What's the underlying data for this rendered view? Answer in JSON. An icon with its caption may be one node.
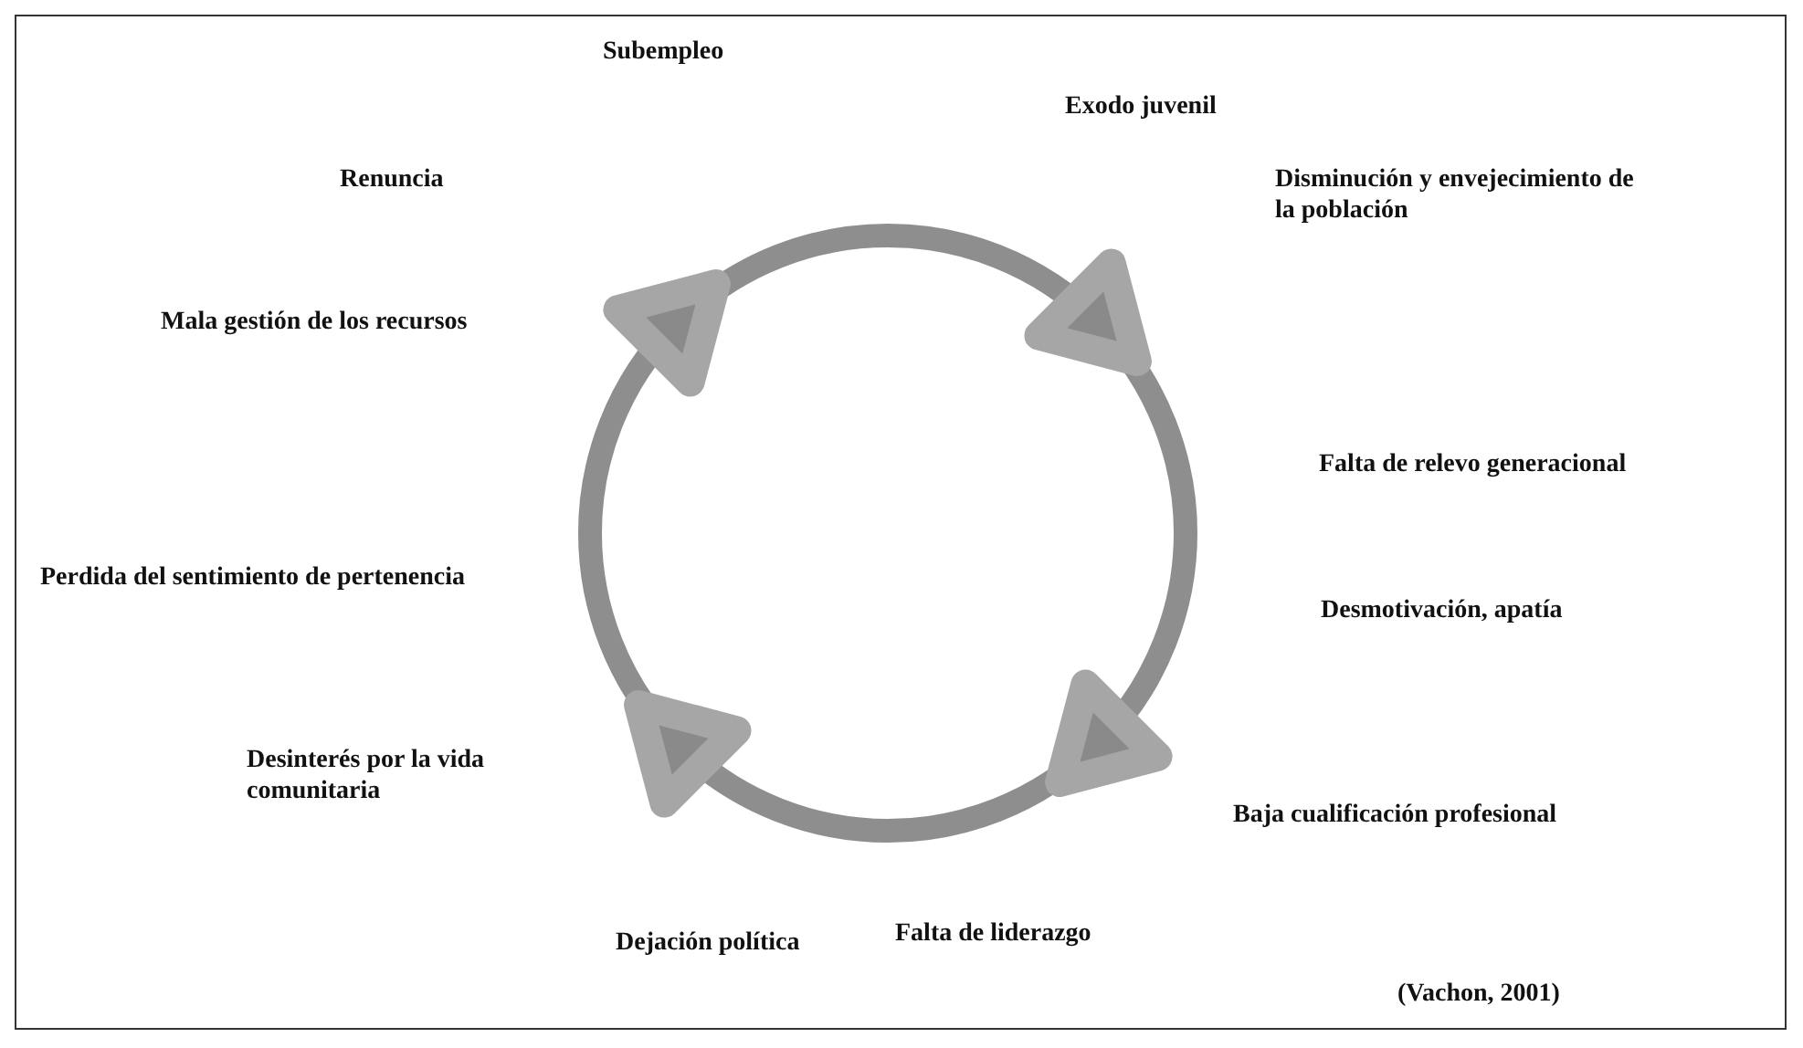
{
  "diagram": {
    "caption": "(Vachon, 2001)",
    "labels": [
      "Subempleo",
      "Exodo juvenil",
      "Renuncia",
      "Disminución y envejecimiento de la población",
      "Mala gestión de los recursos",
      "Falta de relevo generacional",
      "Perdida del sentimiento de pertenencia",
      "Desmotivación, apatía",
      "Desinterés por la vida comunitaria",
      "Baja cualificación profesional",
      "Falta de liderazgo",
      "Dejación política"
    ]
  }
}
